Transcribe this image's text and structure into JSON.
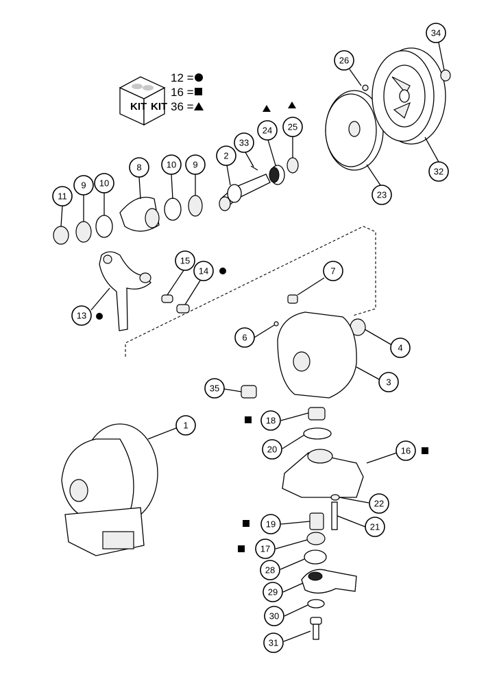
{
  "kit_legend": {
    "kit_label": "KIT",
    "entries": [
      {
        "text": "12 =",
        "symbol": "circle"
      },
      {
        "text": "16 =",
        "symbol": "square"
      },
      {
        "text": "36 =",
        "symbol": "triangle"
      }
    ]
  },
  "callouts": {
    "c34": "34",
    "c26": "26",
    "c24": "24",
    "c25": "25",
    "c33": "33",
    "c2": "2",
    "c23": "23",
    "c32": "32",
    "c8": "8",
    "c10a": "10",
    "c9a": "9",
    "c11": "11",
    "c9b": "9",
    "c10b": "10",
    "c15": "15",
    "c14": "14",
    "c7": "7",
    "c13": "13",
    "c6": "6",
    "c4": "4",
    "c3": "3",
    "c35": "35",
    "c18": "18",
    "c1": "1",
    "c20": "20",
    "c16": "16",
    "c22": "22",
    "c19": "19",
    "c21": "21",
    "c17": "17",
    "c28": "28",
    "c29": "29",
    "c30": "30",
    "c31": "31"
  },
  "colors": {
    "ink": "#000000",
    "paper": "#ffffff",
    "shade": "#c8c8c8"
  }
}
